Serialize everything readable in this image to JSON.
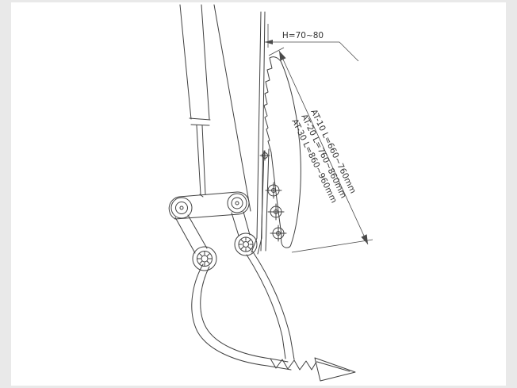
{
  "drawing": {
    "annotations": {
      "h_dimension": "H=70~80",
      "l_dimensions": [
        "AT-30 L=860~960mm",
        "AT-20 L=760~860mm",
        "AT-10 L=660~760mm"
      ]
    },
    "colors": {
      "line": "#404040",
      "canvas": "#ffffff",
      "matte": "#e9e9e9"
    }
  }
}
